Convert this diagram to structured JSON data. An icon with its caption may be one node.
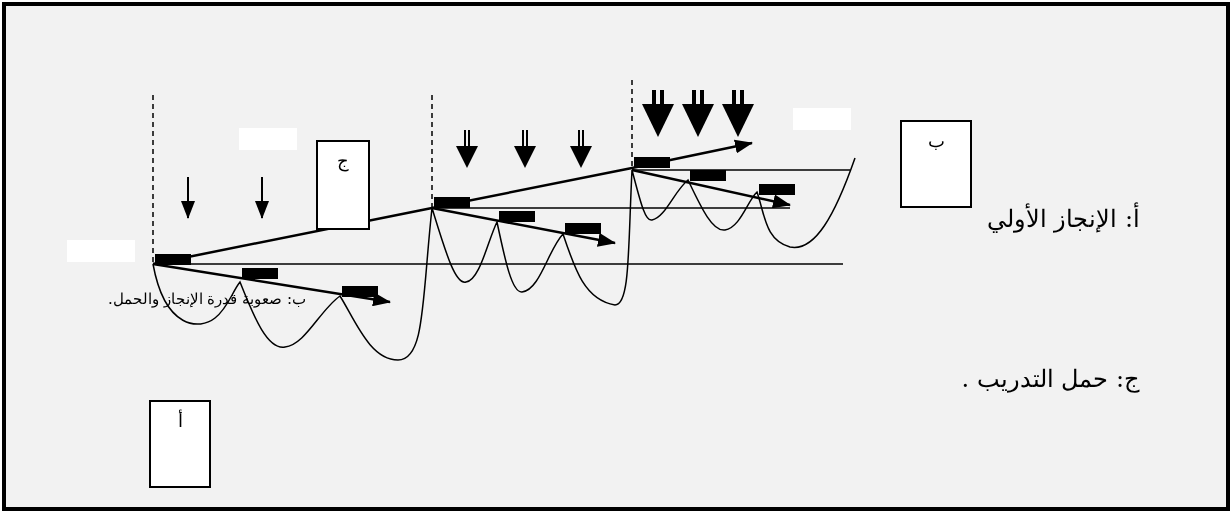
{
  "diagram": {
    "nodes": [
      {
        "text": [
          "ج"
        ]
      },
      {
        "text": [
          "ب"
        ]
      },
      {
        "text": [
          "أ"
        ]
      }
    ],
    "labels": [
      "أ: الإنجاز الأولي",
      "ب: صعوبة قدرة الإنجاز والحمل.",
      "ج: حمل التدريب ."
    ]
  }
}
